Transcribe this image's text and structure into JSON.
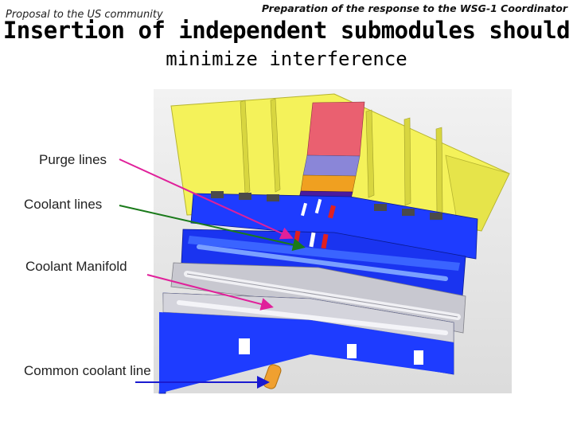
{
  "header": {
    "left_text": "Proposal to the US community",
    "right_text": "Preparation of the response to the WSG-1 Coordinator"
  },
  "title": {
    "line1": "Insertion of independent submodules should",
    "line2": "minimize interference"
  },
  "callouts": [
    {
      "label": "Purge lines",
      "arrow_color": "#e0209a"
    },
    {
      "label": "Coolant lines",
      "arrow_color": "#1a7a1a"
    },
    {
      "label": "Coolant Manifold",
      "arrow_color": "#e0209a"
    },
    {
      "label": "Common coolant line",
      "arrow_color": "#1a1ad0"
    }
  ],
  "colors": {
    "yellow_frame": "#f4f25a",
    "blue_module": "#1e3cff",
    "grey_manifold": "#c8c8d0",
    "stack_red": "#ea6070",
    "stack_lavender": "#8a86d8",
    "stack_orange": "#f0a020",
    "stack_purple": "#4a1aa0"
  }
}
